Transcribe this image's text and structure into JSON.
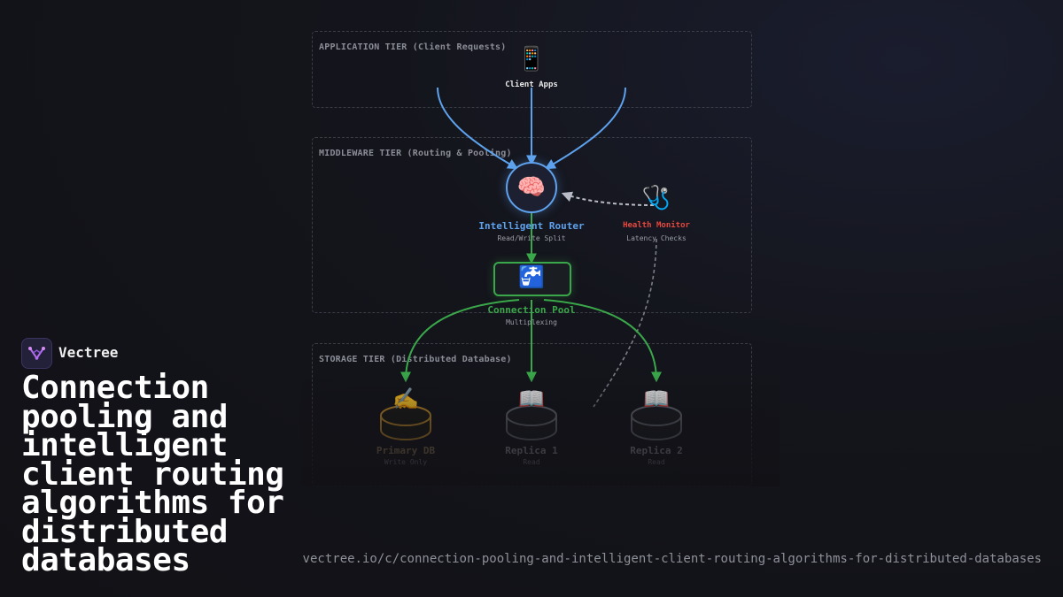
{
  "diagram": {
    "tiers": [
      {
        "label": "APPLICATION TIER (Client Requests)"
      },
      {
        "label": "MIDDLEWARE TIER (Routing & Pooling)"
      },
      {
        "label": "STORAGE TIER (Distributed Database)"
      }
    ],
    "nodes": {
      "client": {
        "icon": "mobile-phone-icon",
        "label": "Client Apps"
      },
      "router": {
        "icon": "brain-icon",
        "label": "Intelligent Router",
        "sub": "Read/Write Split"
      },
      "health": {
        "icon": "stethoscope-icon",
        "label": "Health Monitor",
        "sub": "Latency Checks"
      },
      "pool": {
        "icon": "faucet-icon",
        "label": "Connection Pool",
        "sub": "Multiplexing"
      },
      "primary": {
        "icon": "writing-hand-icon",
        "label": "Primary DB",
        "sub": "Write Only"
      },
      "replica1": {
        "icon": "open-book-icon",
        "label": "Replica 1",
        "sub": "Read"
      },
      "replica2": {
        "icon": "open-book-icon",
        "label": "Replica 2",
        "sub": "Read"
      }
    },
    "colors": {
      "client_edges": "#5ea2ee",
      "pool_edges": "#3aa84a",
      "health_edges": "#b9bcc6",
      "router_label": "#5ea2ee",
      "health_label": "#e5483f",
      "pool_label": "#3aa84a",
      "primary_db": "#c8902a",
      "replica_db": "#6a6c76"
    }
  },
  "brand": {
    "name": "Vectree",
    "logo_icon": "vectree-logo-icon"
  },
  "headline": "Connection pooling and intelligent client routing algorithms for distributed databases",
  "url": "vectree.io/c/connection-pooling-and-intelligent-client-routing-algorithms-for-distributed-databases"
}
